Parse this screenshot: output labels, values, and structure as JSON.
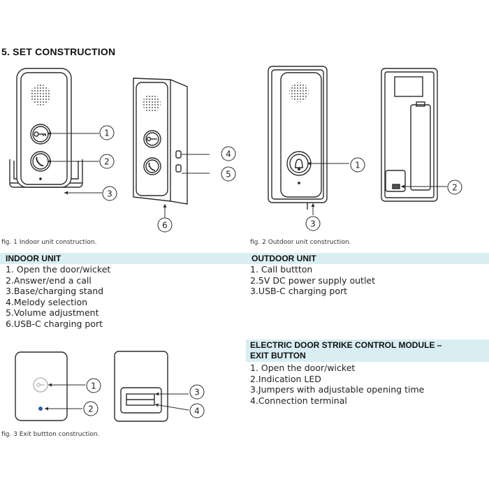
{
  "section_title": "5. SET CONSTRUCTION",
  "figures": {
    "fig1": {
      "caption": "fig. 1 Indoor unit construction.",
      "callouts": [
        "1",
        "2",
        "3",
        "4",
        "5",
        "6"
      ]
    },
    "fig2": {
      "caption": "fig. 2 Outdoor unit construction.",
      "callouts": [
        "1",
        "2",
        "3"
      ]
    },
    "fig3": {
      "caption": "fig. 3 Exit buttton construction.",
      "callouts": [
        "1",
        "2",
        "3",
        "4"
      ]
    }
  },
  "indoor_unit": {
    "heading": "INDOOR UNIT",
    "items": [
      "1. Open the door/wicket",
      "2.Answer/end a call",
      "3.Base/charging stand",
      "4.Melody selection",
      "5.Volume adjustment",
      "6.USB-C charging port"
    ]
  },
  "outdoor_unit": {
    "heading": "OUTDOOR UNIT",
    "items": [
      "1. Call buttton",
      "2.5V DC power supply outlet",
      "3.USB-C charging port"
    ]
  },
  "exit_button": {
    "heading_line1": "ELECTRIC DOOR STRIKE CONTROL MODULE –",
    "heading_line2": "EXIT BUTTON",
    "items": [
      "1. Open the door/wicket",
      "2.Indication LED",
      "3.Jumpers with adjustable opening time",
      "4.Connection terminal"
    ]
  },
  "colors": {
    "band": "#d8eef2",
    "outline": "#2a2a2a",
    "led": "#2b5fa8"
  }
}
